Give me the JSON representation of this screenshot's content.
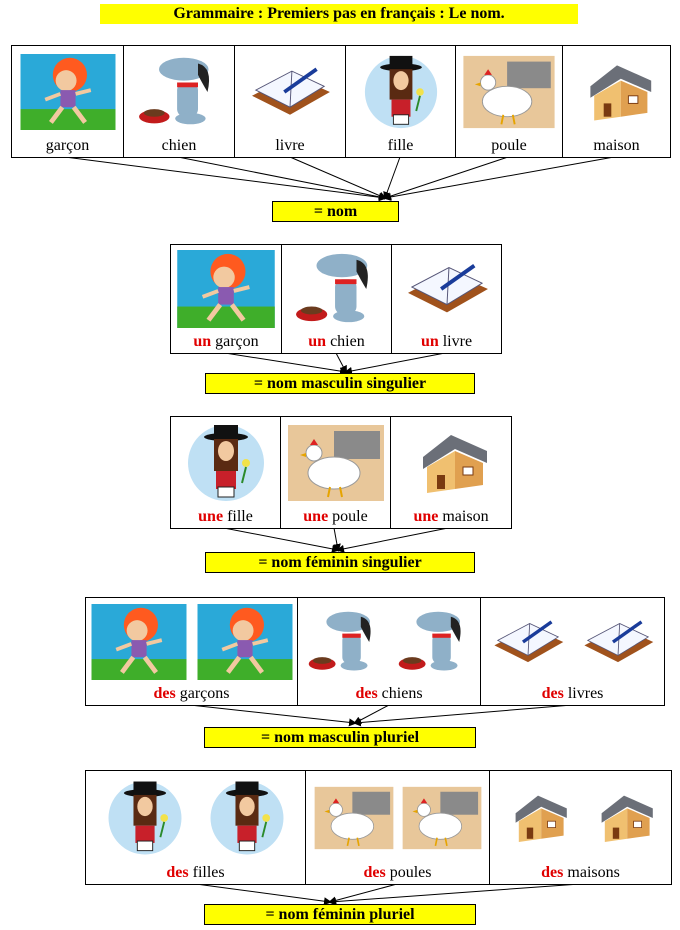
{
  "title": "Grammaire : Premiers pas en français : Le nom.",
  "colors": {
    "highlight": "#ffff00",
    "article": "#e00000"
  },
  "section1": {
    "words": [
      "garçon",
      "chien",
      "livre",
      "fille",
      "poule",
      "maison"
    ],
    "result": "= nom"
  },
  "section2": {
    "items": [
      {
        "article": "un",
        "noun": "garçon"
      },
      {
        "article": "un",
        "noun": "chien"
      },
      {
        "article": "un",
        "noun": "livre"
      }
    ],
    "result": "= nom masculin singulier"
  },
  "section3": {
    "items": [
      {
        "article": "une",
        "noun": "fille"
      },
      {
        "article": "une",
        "noun": "poule"
      },
      {
        "article": "une",
        "noun": "maison"
      }
    ],
    "result": "= nom féminin singulier"
  },
  "section4": {
    "items": [
      {
        "article": "des",
        "noun": "garçons"
      },
      {
        "article": "des",
        "noun": "chiens"
      },
      {
        "article": "des",
        "noun": "livres"
      }
    ],
    "result": "= nom masculin pluriel"
  },
  "section5": {
    "items": [
      {
        "article": "des",
        "noun": "filles"
      },
      {
        "article": "des",
        "noun": "poules"
      },
      {
        "article": "des",
        "noun": "maisons"
      }
    ],
    "result": "= nom féminin pluriel"
  }
}
